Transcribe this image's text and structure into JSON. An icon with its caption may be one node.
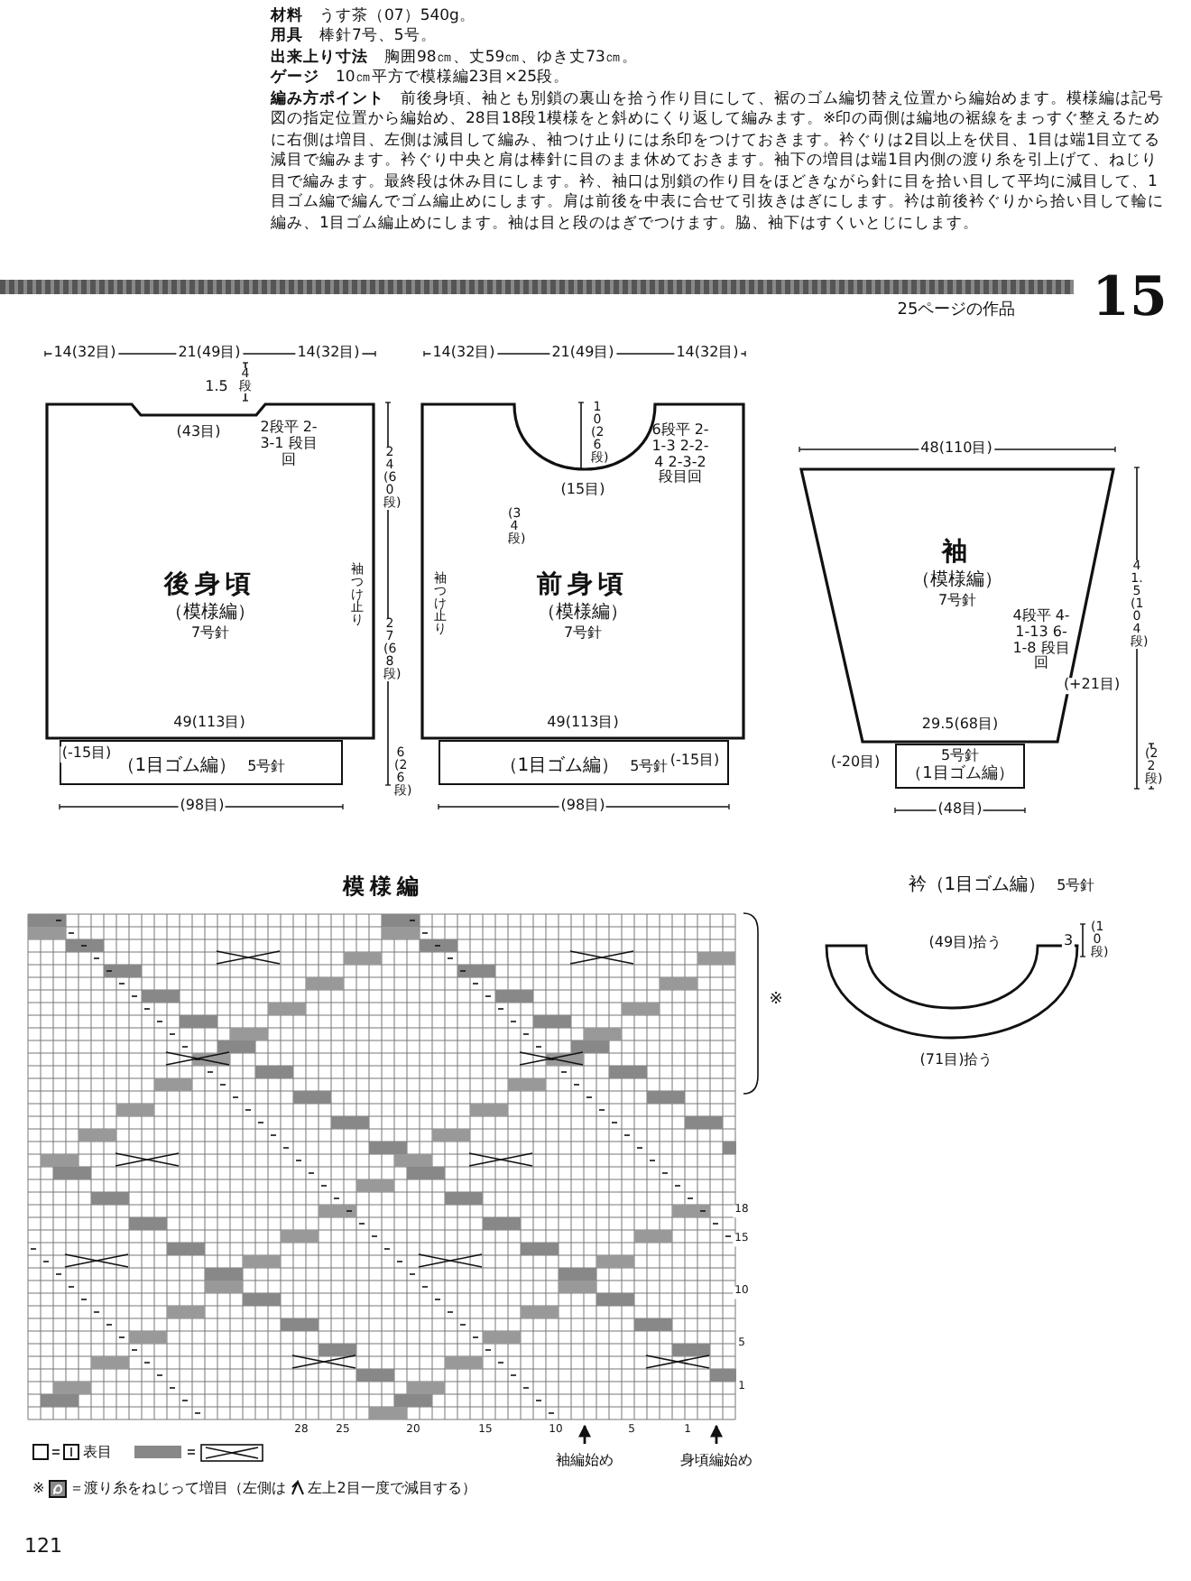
{
  "diagram": {
    "nodes": [
      {
        "text": [
          "後身頃",
          "（模様編）",
          "7号針"
        ]
      },
      {
        "text": [
          "（1目ゴム編）",
          "5号針"
        ]
      },
      {
        "text": [
          "前身頃",
          "（模様編）",
          "7号針"
        ]
      },
      {
        "text": [
          "（1目ゴム編）",
          "5号針"
        ]
      },
      {
        "text": [
          "袖",
          "（模様編）",
          "7号針"
        ]
      },
      {
        "text": [
          "5号針",
          "（1目ゴム編）"
        ]
      },
      {
        "text": [
          "模様編"
        ]
      },
      {
        "text": [
          "衿（1目ゴム編）",
          "5号針"
        ]
      }
    ],
    "labels": [
      "**材料**　うす茶（07）540g。",
      "**用具**　棒針7号、5号。",
      "**出来上り寸法**　胸囲98㎝、丈59㎝、ゆき丈73㎝。",
      "**ゲージ**　10㎝平方で模様編23目×25段。",
      "**編み方ポイント**　前後身頃、袖とも別鎖の裏山を拾う作り目にして、裾のゴム編切替え位置から編始めます。模様編は記号図の指定位置から編始め、28目18段1模様をと斜めにくり返して編みます。※印の両側は編地の裾線をまっすぐ整えるために右側は増目、左側は減目して編み、袖つけ止りには糸印をつけておきます。衿ぐりは2目以上を伏目、1目は端1目立てる減目で編みます。衿ぐり中央と肩は棒針に目のまま休めておきます。袖下の増目は端1目内側の渡り糸を引上げて、ねじり目で編みます。最終段は休み目にします。衿、袖口は別鎖の作り目をほどきながら針に目を拾い目して平均に減目して、1目ゴム編で編んでゴム編止めにします。肩は前後を中表に合せて引抜きはぎにします。衿は前後衿ぐりから拾い目して輪に編み、1目ゴム編止めにします。袖は目と段のはぎでつけます。脇、袖下はすくいとじにします。",
      "25ページの作品",
      "15",
      "14(32目)",
      "21(49目)",
      "14(32目)",
      "1.5",
      "4段",
      "(43目)",
      "2段平 2-3-1 段目回",
      "24(60段)",
      "27(68段)",
      "袖つけ止り",
      "49(113目)",
      "(-15目)",
      "6(26段)",
      "(98目)",
      "14(32目)",
      "21(49目)",
      "14(32目)",
      "10(26段)",
      "(15目)",
      "6段平 2-1-3 2-2-4 2-3-2 段目回",
      "(34段)",
      "袖つけ止り",
      "49(113目)",
      "(-15目)",
      "(98目)",
      "48(110目)",
      "4段平 4-1-13 6-1-8 段目回",
      "41.5(104段)",
      "(+21目)",
      "29.5(68目)",
      "(-20目)",
      "(22段)",
      "(48目)",
      "※",
      "18",
      "15",
      "10",
      "5",
      "1",
      "28",
      "25",
      "20",
      "15",
      "10",
      "5",
      "1",
      "袖編始め",
      "身頃編始め",
      "※",
      "＝渡り糸をねじって増目（左側は",
      "左上2目一度で減目する）",
      "(49目)拾う",
      "(71目)拾う",
      "3",
      "(10段)",
      "121"
    ],
    "legend": [
      {
        "text": "表目"
      }
    ]
  }
}
